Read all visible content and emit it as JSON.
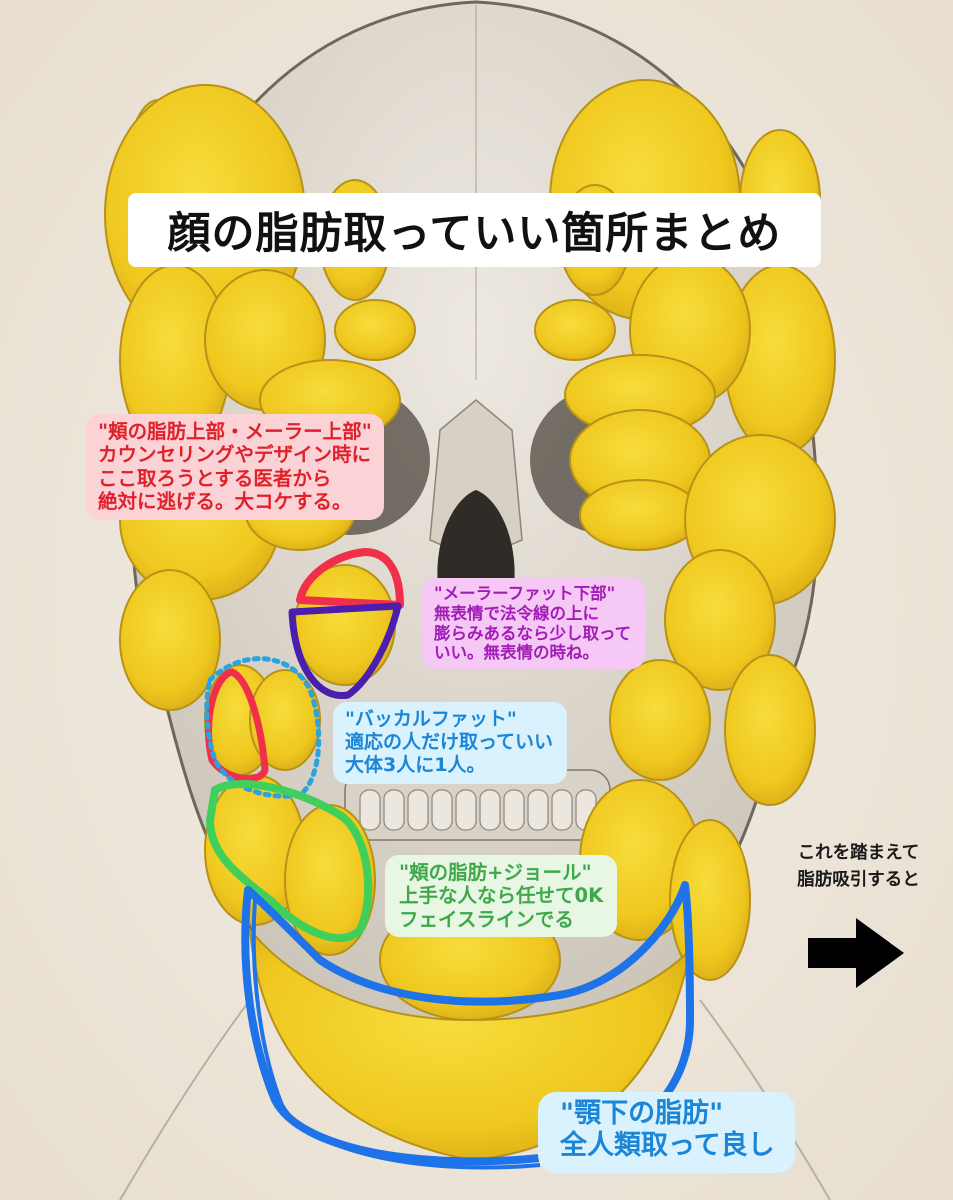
{
  "title": "顔の脂肪取っていい箇所まとめ",
  "colors": {
    "background": "#efe8dc",
    "fat_yellow": "#f2cf23",
    "bone_gray": "#d9d3c8",
    "outline_red": "#f0304a",
    "outline_purple": "#4b1fae",
    "outline_cyan_dotted": "#2aa3e0",
    "outline_green": "#3fcf5a",
    "outline_blue": "#1e73e8"
  },
  "callouts": {
    "upper_cheek": {
      "lines": [
        "\"頬の脂肪上部・メーラー上部\"",
        "カウンセリングやデザイン時に",
        "ここ取ろうとする医者から",
        "絶対に逃げる。大コケする。"
      ],
      "color": "#e0202a"
    },
    "malar_lower": {
      "lines": [
        "\"メーラーファット下部\"",
        "無表情で法令線の上に",
        "膨らみあるなら少し取って",
        "いい。無表情の時ね。"
      ],
      "color": "#a21cb7"
    },
    "buccal": {
      "lines": [
        "\"バッカルファット\"",
        "適応の人だけ取っていい",
        "大体3人に1人。"
      ],
      "color": "#1c86d6"
    },
    "cheek_jowl": {
      "lines": [
        "\"頬の脂肪+ジョール\"",
        "上手な人なら任せて0K",
        "フェイスラインでる"
      ],
      "color": "#3fa84a"
    },
    "submental": {
      "lines": [
        "\"顎下の脂肪\"",
        "全人類取って良し"
      ],
      "color": "#1c86d6"
    }
  },
  "side_note": {
    "lines": [
      "これを踏まえて",
      "脂肪吸引すると"
    ],
    "arrow": "right-arrow"
  }
}
